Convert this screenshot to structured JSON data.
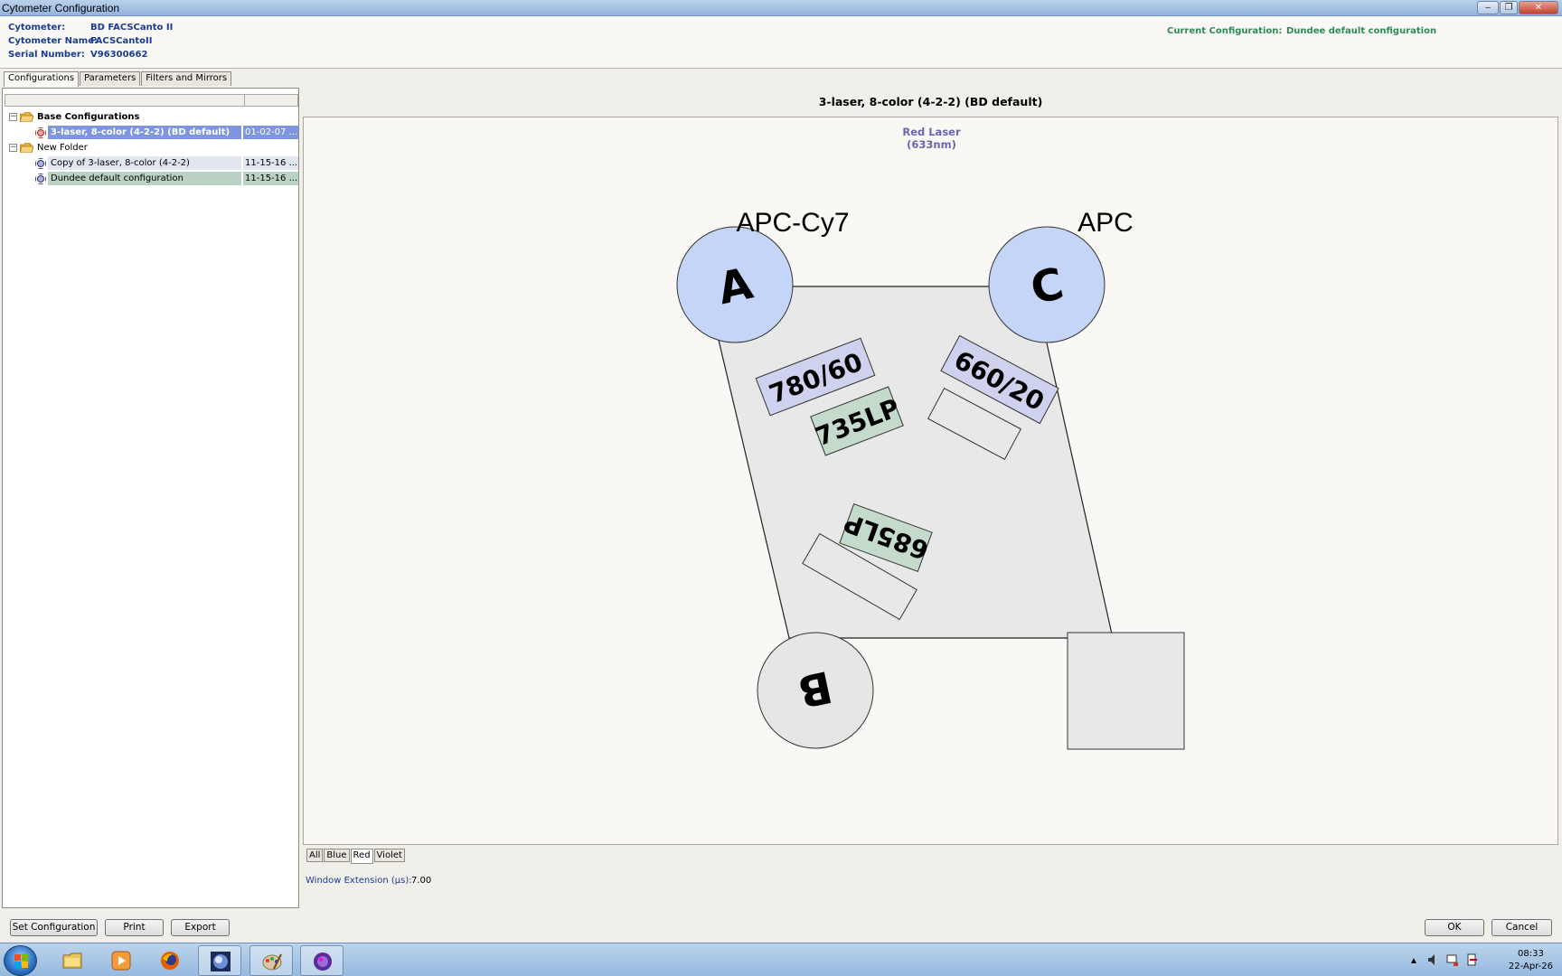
{
  "window": {
    "title": "Cytometer Configuration",
    "controls": [
      "–",
      "❐",
      "✕"
    ]
  },
  "header": {
    "cytometer_label": "Cytometer:",
    "cytometer_value": "BD FACSCanto II",
    "name_label": "Cytometer Name:",
    "name_value": "FACSCantoII",
    "serial_label": "Serial Number:",
    "serial_value": "V96300662",
    "current_label": "Current Configuration:",
    "current_value": "Dundee default configuration"
  },
  "tabs": [
    "Configurations",
    "Parameters",
    "Filters and  Mirrors"
  ],
  "tree": {
    "rows": [
      {
        "name": "Base Configurations",
        "date": "",
        "bold": true
      },
      {
        "name": "3-laser, 8-color (4-2-2) (BD default)",
        "date": "01-02-07 ...",
        "bold": true
      },
      {
        "name": "New Folder",
        "date": ""
      },
      {
        "name": "Copy of 3-laser, 8-color (4-2-2)",
        "date": "11-15-16 ..."
      },
      {
        "name": "Dundee default configuration",
        "date": "11-15-16 ..."
      }
    ]
  },
  "main": {
    "config_title": "3-laser, 8-color (4-2-2) (BD default)",
    "laser_name": "Red Laser",
    "laser_wavelength": "(633nm)",
    "fluor_a": "APC-Cy7",
    "fluor_c": "APC",
    "det_a": "A",
    "det_b": "B",
    "det_c": "C",
    "filter_a": "780/60",
    "mirror_a": "735LP",
    "filter_c": "660/20",
    "mirror_b": "685LP",
    "bottom_tabs": [
      "All",
      "Blue",
      "Red",
      "Violet"
    ],
    "active_bottom_tab": "Red",
    "window_ext_label": "Window Extension (µs):",
    "window_ext_value": "7.00"
  },
  "colors": {
    "detector_active": "#c5d5f8",
    "detector_inactive": "#e6e6e6",
    "bandpass": "#cfd2ee",
    "longpass": "#c4dacb",
    "header_blue": "#1b3d8f",
    "current_green": "#2e8b57"
  },
  "buttons": {
    "set_config": "Set Configuration",
    "print": "Print",
    "export": "Export",
    "ok": "OK",
    "cancel": "Cancel"
  },
  "taskbar": {
    "time": "08:33",
    "date": "22-Apr-26",
    "tray_arrow": "▲"
  }
}
